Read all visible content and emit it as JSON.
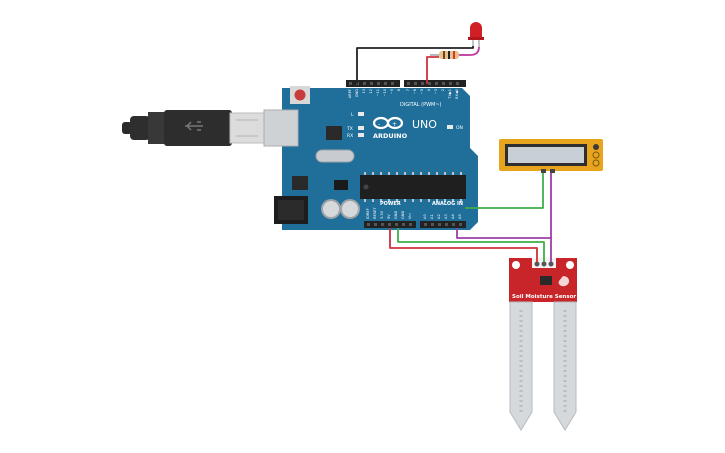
{
  "board": {
    "brand": "ARDUINO",
    "model": "UNO",
    "digital_header_label": "DIGITAL (PWM~)",
    "power_label": "POWER",
    "analog_label": "ANALOG IN",
    "on_label": "ON",
    "led_labels": [
      "L",
      "TX",
      "RX"
    ],
    "top_pin_labels": [
      "AREF",
      "GND",
      "13",
      "12",
      "~11",
      "~10",
      "~9",
      "8",
      "7",
      "~6",
      "~5",
      "4",
      "~3",
      "2",
      "TX▶1",
      "RX◀0"
    ],
    "power_pin_labels": [
      "IOREF",
      "RESET",
      "3.3V",
      "5V",
      "GND",
      "GND",
      "Vin"
    ],
    "analog_pin_labels": [
      "A0",
      "A1",
      "A2",
      "A3",
      "A4",
      "A5"
    ]
  },
  "sensor": {
    "label": "Soil Moisture Sensor"
  },
  "colors": {
    "board": "#1f6f9a",
    "sensor": "#c8252a",
    "lcd_frame": "#e8a41d",
    "wire_black": "#222222",
    "wire_red": "#d0303a",
    "wire_green": "#3fae48",
    "wire_purple": "#9b3fa8",
    "wire_magenta": "#c23aa0"
  },
  "icons": [
    "usb-cable-icon",
    "led-icon",
    "resistor-icon",
    "infinity-logo-icon"
  ]
}
